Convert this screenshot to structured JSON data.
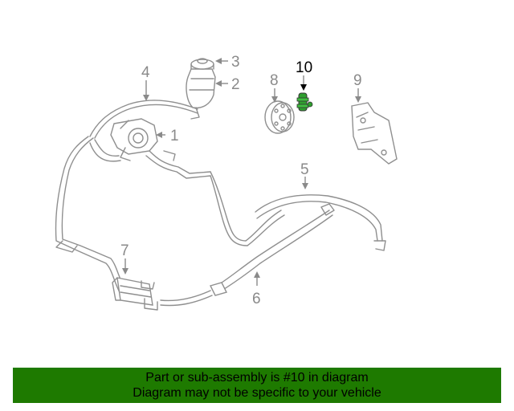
{
  "diagram": {
    "callouts": [
      {
        "id": "1",
        "label": "1"
      },
      {
        "id": "2",
        "label": "2"
      },
      {
        "id": "3",
        "label": "3"
      },
      {
        "id": "4",
        "label": "4"
      },
      {
        "id": "5",
        "label": "5"
      },
      {
        "id": "6",
        "label": "6"
      },
      {
        "id": "7",
        "label": "7"
      },
      {
        "id": "8",
        "label": "8"
      },
      {
        "id": "9",
        "label": "9"
      },
      {
        "id": "10",
        "label": "10"
      }
    ],
    "highlighted_callout": "10"
  },
  "banner": {
    "line1": "Part or sub-assembly is #10 in diagram",
    "line2": "Diagram may not be specific to your vehicle"
  },
  "colors": {
    "banner_bg": "#1e7a00",
    "highlight": "#2f9e2f",
    "line": "#8f8f8f",
    "callout_text": "#8a8a8a",
    "callout_highlight": "#000000"
  }
}
